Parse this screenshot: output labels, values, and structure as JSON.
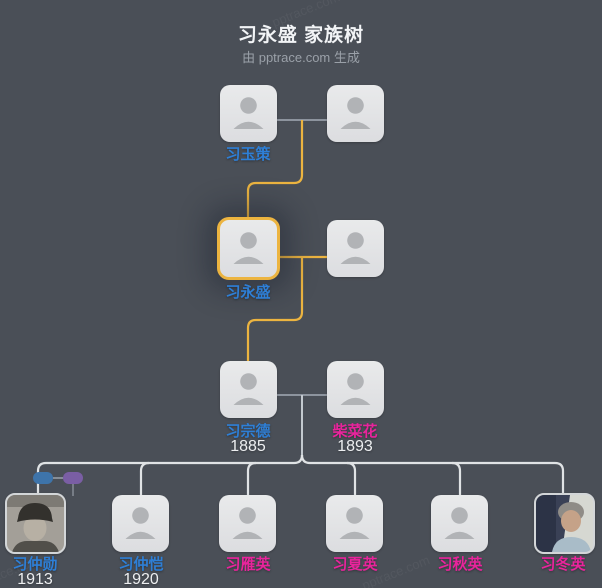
{
  "header": {
    "title": "习永盛 家族树",
    "subtitle": "由 pptrace.com 生成"
  },
  "watermark": {
    "text": "pptrace.com"
  },
  "people": {
    "gen1_left": {
      "name": "习玉策",
      "label_color": "blue"
    },
    "gen1_right": {
      "name": ""
    },
    "gen2_left": {
      "name": "习永盛",
      "label_color": "blue",
      "highlighted": true
    },
    "gen2_right": {
      "name": ""
    },
    "gen3_left": {
      "name": "习宗德",
      "label_color": "blue",
      "year": "1885"
    },
    "gen3_right": {
      "name": "柴菜花",
      "label_color": "pink",
      "year": "1893"
    },
    "children": [
      {
        "name": "习仲勋",
        "label_color": "blue",
        "year": "1913",
        "has_photo": true
      },
      {
        "name": "习仲恺",
        "label_color": "blue",
        "year": "1920"
      },
      {
        "name": "习雁英",
        "label_color": "pink"
      },
      {
        "name": "习夏英",
        "label_color": "pink"
      },
      {
        "name": "习秋英",
        "label_color": "pink"
      },
      {
        "name": "习冬英",
        "label_color": "pink",
        "has_photo": true
      }
    ]
  },
  "colors": {
    "background": "#4a4f57",
    "card": "#e3e4e6",
    "silhouette": "#b1b3b6",
    "highlight_border": "#ecb440",
    "line_yellow": "#ecb440",
    "line_gray": "#8d949e",
    "line_light": "#e0e3e5",
    "male_label": "#2e7fd6",
    "female_label": "#e9249c",
    "year_text": "#edeff1",
    "badge_blue": "#3e74aa",
    "badge_purple": "#7a5ea4"
  }
}
